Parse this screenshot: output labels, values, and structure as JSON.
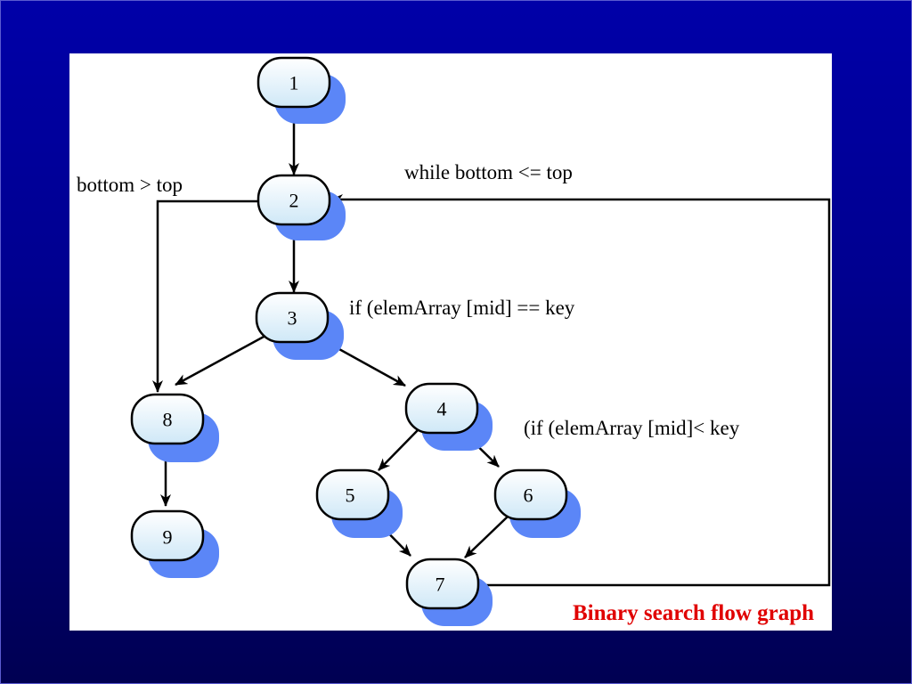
{
  "nodes": [
    {
      "id": "1",
      "label": "1"
    },
    {
      "id": "2",
      "label": "2"
    },
    {
      "id": "3",
      "label": "3"
    },
    {
      "id": "4",
      "label": "4"
    },
    {
      "id": "5",
      "label": "5"
    },
    {
      "id": "6",
      "label": "6"
    },
    {
      "id": "7",
      "label": "7"
    },
    {
      "id": "8",
      "label": "8"
    },
    {
      "id": "9",
      "label": "9"
    }
  ],
  "edges": [
    {
      "from": "1",
      "to": "2"
    },
    {
      "from": "2",
      "to": "3"
    },
    {
      "from": "2",
      "to": "8"
    },
    {
      "from": "3",
      "to": "8"
    },
    {
      "from": "3",
      "to": "4"
    },
    {
      "from": "4",
      "to": "5"
    },
    {
      "from": "4",
      "to": "6"
    },
    {
      "from": "5",
      "to": "7"
    },
    {
      "from": "6",
      "to": "7"
    },
    {
      "from": "7",
      "to": "2"
    },
    {
      "from": "8",
      "to": "9"
    }
  ],
  "labels": {
    "while_loop": "while bottom <= top",
    "exit_cond": "bottom > top",
    "if_equal": "if (elemArray [mid] == key",
    "if_less": "(if (elemArray [mid]< key",
    "title": "Binary search flow graph"
  },
  "colors": {
    "node_fill": "#dff1fb",
    "node_shadow": "#5b86f7",
    "title": "#e00000"
  }
}
